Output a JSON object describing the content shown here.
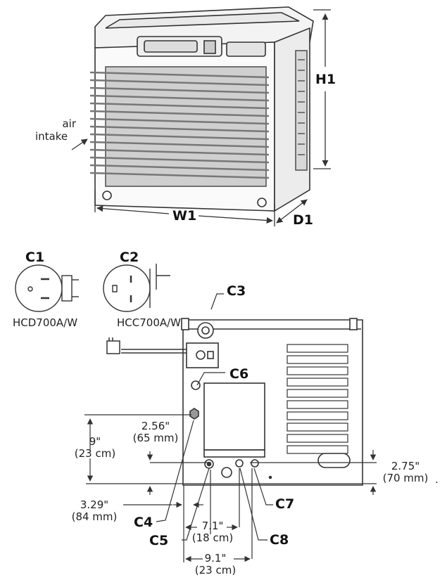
{
  "unit_view": {
    "air_intake_line1": "air",
    "air_intake_line2": "intake",
    "height_label": "H1",
    "width_label": "W1",
    "depth_label": "D1"
  },
  "connectors": {
    "c1": {
      "label": "C1",
      "model": "HCD700A/W"
    },
    "c2": {
      "label": "C2",
      "model": "HCC700A/W"
    }
  },
  "rear_view": {
    "c3": "C3",
    "c4": "C4",
    "c5": "C5",
    "c6": "C6",
    "c7": "C7",
    "c8": "C8",
    "dim_9": {
      "line1": "9\"",
      "line2": "(23 cm)"
    },
    "dim_2_56": {
      "line1": "2.56\"",
      "line2": "(65 mm)"
    },
    "dim_3_29": {
      "line1": "3.29\"",
      "line2": "(84 mm)"
    },
    "dim_2_75": {
      "line1": "2.75\"",
      "line2": "(70 mm)",
      "trailing": "."
    },
    "dim_7_1": {
      "line1": "7.1\"",
      "line2": "(18 cm)"
    },
    "dim_9_1": {
      "line1": "9.1\"",
      "line2": "(23 cm)"
    }
  }
}
